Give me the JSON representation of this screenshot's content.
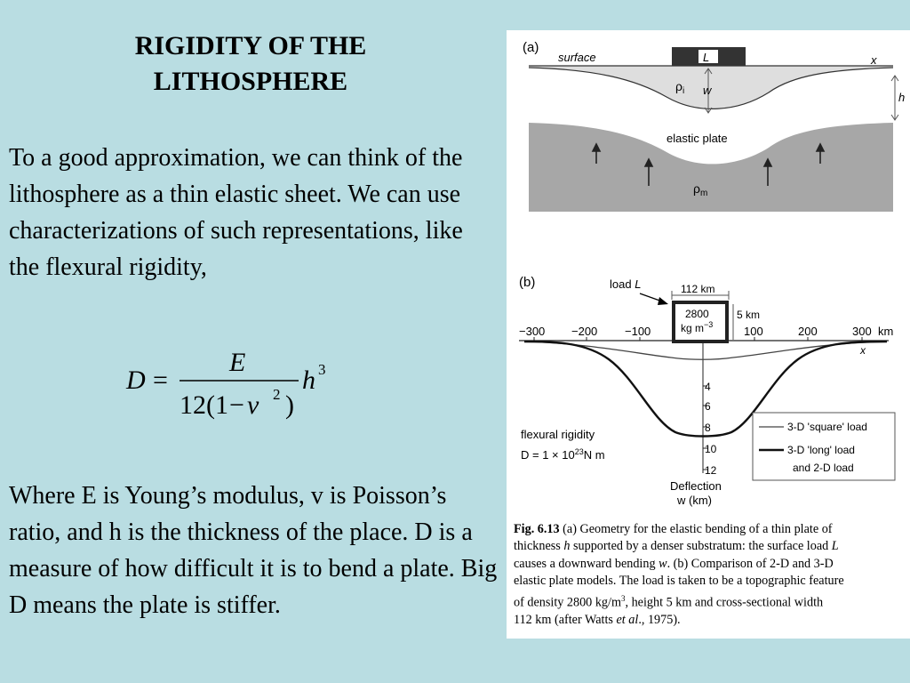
{
  "slide": {
    "title": "RIGIDITY OF THE LITHOSPHERE",
    "paragraph1": "To a good approximation, we can think of the lithosphere as a thin elastic sheet.   We can use characterizations of such representations, like the flexural rigidity,",
    "paragraph2": "Where E is Young’s modulus, v is Poisson’s ratio, and h is the thickness of the place.  D is a measure of how difficult it is to bend a plate.  Big D means the plate is stiffer."
  },
  "equation": {
    "lhs": "D",
    "equals": "=",
    "numerator": "E",
    "denom_prefix": "12(1",
    "denom_minus": "−",
    "denom_nu": "ν",
    "denom_exp": "2",
    "denom_suffix": ")",
    "h": "h",
    "h_exp": "3"
  },
  "figure": {
    "panel_a": {
      "label": "(a)",
      "surface": "surface",
      "load": "L",
      "x": "x",
      "rho_i": "ρ",
      "rho_i_sub": "i",
      "w": "w",
      "h": "h",
      "elastic_plate": "elastic plate",
      "rho_m": "ρ",
      "rho_m_sub": "m"
    },
    "panel_b": {
      "label": "(b)",
      "load_label": "load ",
      "load_symbol": "L",
      "width_label": "112 km",
      "density_line1": "2800",
      "density_line2": "kg m",
      "density_exp": "−3",
      "height_label": "5 km",
      "x_ticks": [
        "−300",
        "−200",
        "−100",
        "100",
        "200",
        "300"
      ],
      "x_unit": "km",
      "x": "x",
      "y_ticks": [
        "4",
        "6",
        "8",
        "10",
        "12"
      ],
      "rigidity_label": "flexural rigidity",
      "rigidity_eq": "D = 1 × 10",
      "rigidity_exp": "23",
      "rigidity_unit": "N m",
      "legend": {
        "square": "3-D 'square' load",
        "long": "3-D 'long' load",
        "long2": "and 2-D load"
      },
      "deflection": "Deflection",
      "deflection_unit": "w (km)"
    }
  },
  "caption": {
    "fig": "Fig. 6.13",
    "l1": "  (a) Geometry for the elastic bending of a thin plate of",
    "l2a": "thickness ",
    "l2h": "h",
    "l2b": " supported by a denser substratum: the surface load ",
    "l2L": "L",
    "l3a": "causes a downward bending ",
    "l3w": "w",
    "l3b": ". (b) Comparison of 2-D and 3-D",
    "l4": "elastic plate models. The load is taken to be a topographic feature",
    "l5a": "of density 2800 kg/m",
    "l5exp": "3",
    "l5b": ", height 5 km and cross-sectional width",
    "l6a": "112 km (after Watts ",
    "l6etal": "et al",
    "l6b": "., 1975)."
  }
}
